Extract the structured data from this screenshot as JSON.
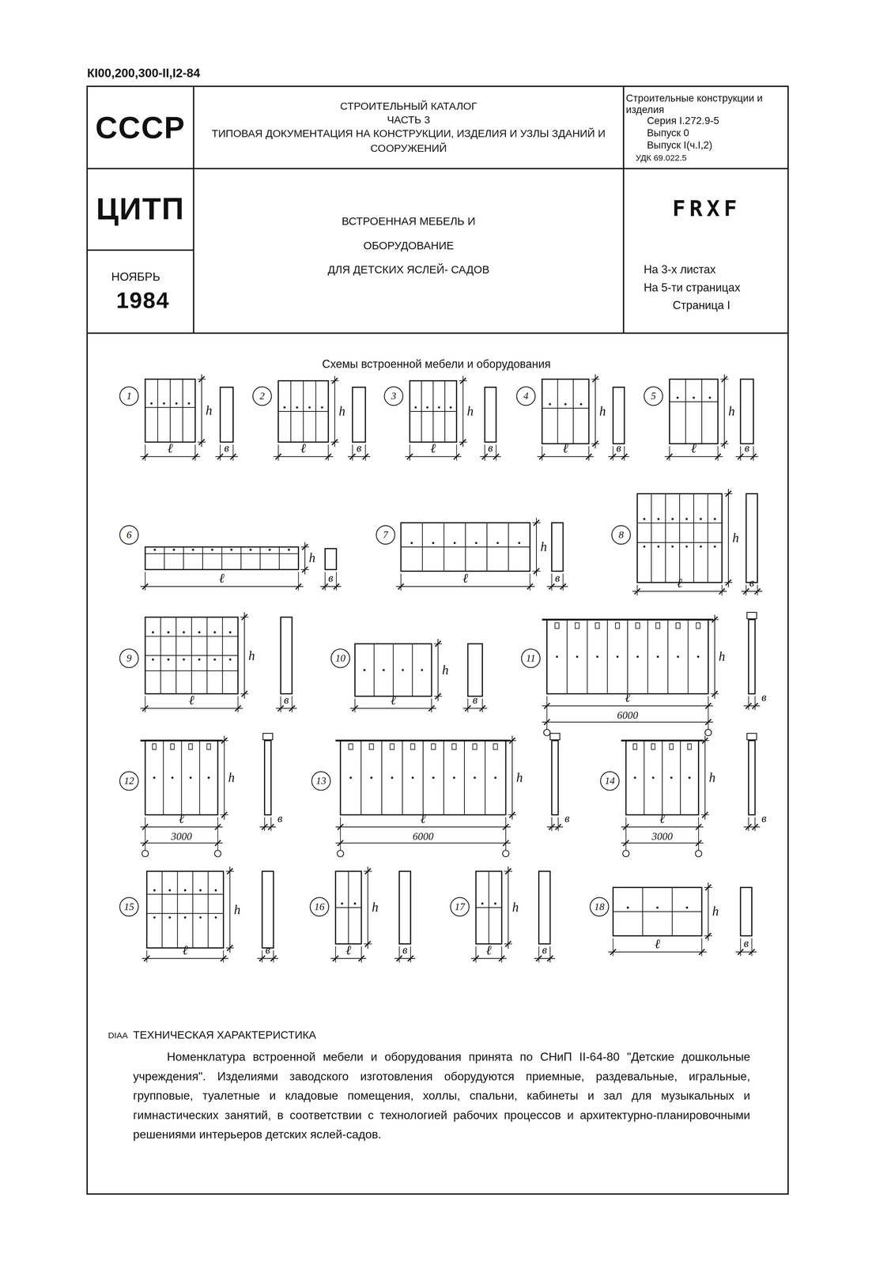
{
  "diagram": {
    "nodes": [
      {
        "text": [
          "СССР"
        ]
      },
      {
        "text": [
          "СТРОИТЕЛЬНЫЙ КАТАЛОГ",
          "ЧАСТЬ 3",
          "ТИПОВАЯ ДОКУМЕНТАЦИЯ НА КОНСТРУКЦИИ, ИЗДЕЛИЯ И УЗЛЫ ЗДАНИЙ И СООРУЖЕНИЙ"
        ]
      },
      {
        "text": [
          "Строительные конструкции и изделия",
          "Серия I.272.9-5",
          "Выпуск 0",
          "Выпуск I(ч.I,2)",
          "УДК 69.022.5"
        ]
      },
      {
        "text": [
          "ЦИТП"
        ]
      },
      {
        "text": [
          "ВСТРОЕННАЯ МЕБЕЛЬ И",
          "ОБОРУДОВАНИЕ",
          "ДЛЯ ДЕТСКИХ ЯСЛЕЙ- САДОВ"
        ]
      },
      {
        "text": [
          "FRXF"
        ]
      },
      {
        "text": [
          "НОЯБРЬ",
          "1984"
        ]
      },
      {
        "text": [
          "На 3-х листах",
          "На 5-ти страницах",
          "Страница I"
        ]
      },
      {
        "text": [
          "1"
        ]
      },
      {
        "text": [
          "2"
        ]
      },
      {
        "text": [
          "3"
        ]
      },
      {
        "text": [
          "4"
        ]
      },
      {
        "text": [
          "5"
        ]
      },
      {
        "text": [
          "6"
        ]
      },
      {
        "text": [
          "7"
        ]
      },
      {
        "text": [
          "8"
        ]
      },
      {
        "text": [
          "9"
        ]
      },
      {
        "text": [
          "10"
        ]
      },
      {
        "text": [
          "11"
        ]
      },
      {
        "text": [
          "12"
        ]
      },
      {
        "text": [
          "13"
        ]
      },
      {
        "text": [
          "14"
        ]
      },
      {
        "text": [
          "15"
        ]
      },
      {
        "text": [
          "16"
        ]
      },
      {
        "text": [
          "17"
        ]
      },
      {
        "text": [
          "18"
        ]
      }
    ],
    "labels": [
      "КI00,200,300-II,I2-84",
      "Схемы встроенной мебели и оборудования",
      "h",
      "ℓ",
      "в",
      "h",
      "ℓ",
      "в",
      "h",
      "ℓ",
      "в",
      "h",
      "ℓ",
      "в",
      "h",
      "ℓ",
      "в",
      "h",
      "ℓ",
      "в",
      "h",
      "ℓ",
      "в",
      "h",
      "ℓ",
      "в",
      "h",
      "ℓ",
      "в",
      "h",
      "ℓ",
      "в",
      "h",
      "ℓ",
      "в",
      "6000",
      "h",
      "ℓ",
      "в",
      "3000",
      "h",
      "ℓ",
      "в",
      "6000",
      "h",
      "ℓ",
      "в",
      "3000",
      "h",
      "ℓ",
      "в",
      "h",
      "ℓ",
      "в",
      "h",
      "ℓ",
      "в",
      "h",
      "ℓ",
      "в",
      "DIAA",
      "ТЕХНИЧЕСКАЯ ХАРАКТЕРИСТИКА",
      "Номенклатура встроенной мебели и оборудования принята по СНиП II-64-80 \"Детские дошкольные учреждения\". Изделиями заводского изготовления оборудуются приемные, раздевальные, игральные, групповые, туалетные и кладовые помещения, холлы, спальни, кабинеты и зал для музыкальных и гимнастических занятий, в соответствии с технологией рабочих процессов и архитектурно-планировочными решениями интерьеров детских яслей-садов."
    ]
  }
}
